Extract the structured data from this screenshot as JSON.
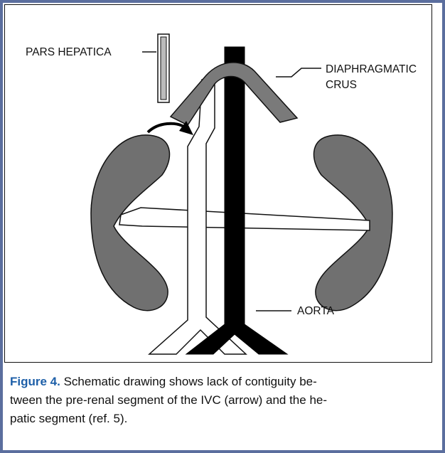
{
  "colors": {
    "frame": "#5b6e9e",
    "kidney": "#707070",
    "crus": "#7a7a7a",
    "aorta": "#000000",
    "ivc_fill": "#ffffff",
    "pars_hepatica": "#bbbbbb",
    "figure_label": "#1d5fa8"
  },
  "labels": {
    "pars_hepatica": "PARS HEPATICA",
    "diaphragmatic_line1": "DIAPHRAGMATIC",
    "diaphragmatic_line2": "CRUS",
    "aorta": "AORTA"
  },
  "caption": {
    "figure_number": "Figure 4.",
    "line1": " Schematic drawing shows lack of contiguity be-",
    "line2": "tween the pre-renal segment of the IVC (arrow) and the he-",
    "line3": "patic segment (ref. 5)."
  }
}
